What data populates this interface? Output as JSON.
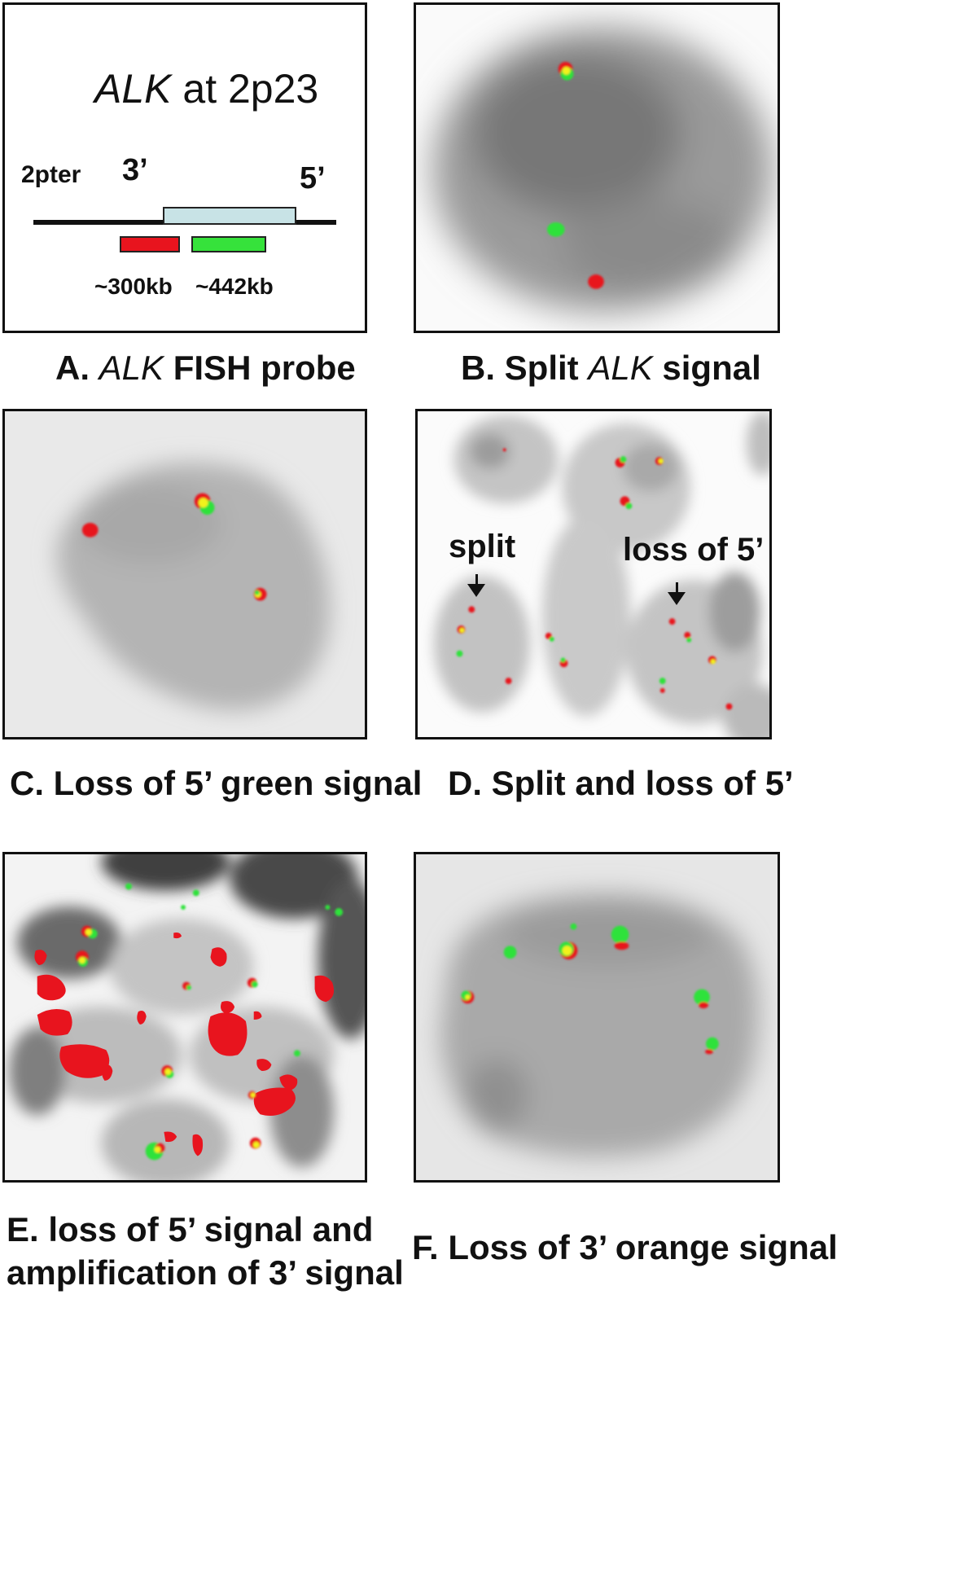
{
  "panel_a": {
    "title_gene": "ALK",
    "title_rest": " at 2p23",
    "label_2pter": "2pter",
    "label_3prime": "3’",
    "label_5prime": "5’",
    "size_red": "~300kb",
    "size_green": "~442kb",
    "caption_letter": "A.",
    "caption_gene": "ALK",
    "caption_rest": "FISH probe",
    "colors": {
      "red_probe": "#e8141e",
      "green_probe": "#36e23b",
      "gene_box": "#c8e3e6"
    }
  },
  "panel_b": {
    "caption_start": "B. Split",
    "caption_gene": "ALK",
    "caption_end": "signal"
  },
  "panel_c": {
    "caption": "C. Loss of 5’ green signal"
  },
  "panel_d": {
    "label_split": "split",
    "label_loss": "loss of 5’",
    "caption": "D. Split and loss of 5’"
  },
  "panel_e": {
    "caption_line1": "E. loss of 5’ signal and",
    "caption_line2": "amplification of 3’ signal"
  },
  "panel_f": {
    "caption": "F. Loss of 3’ orange signal"
  },
  "signal_colors": {
    "red": "#e8141e",
    "green": "#2ee23a",
    "yellow": "#f2f21e"
  }
}
